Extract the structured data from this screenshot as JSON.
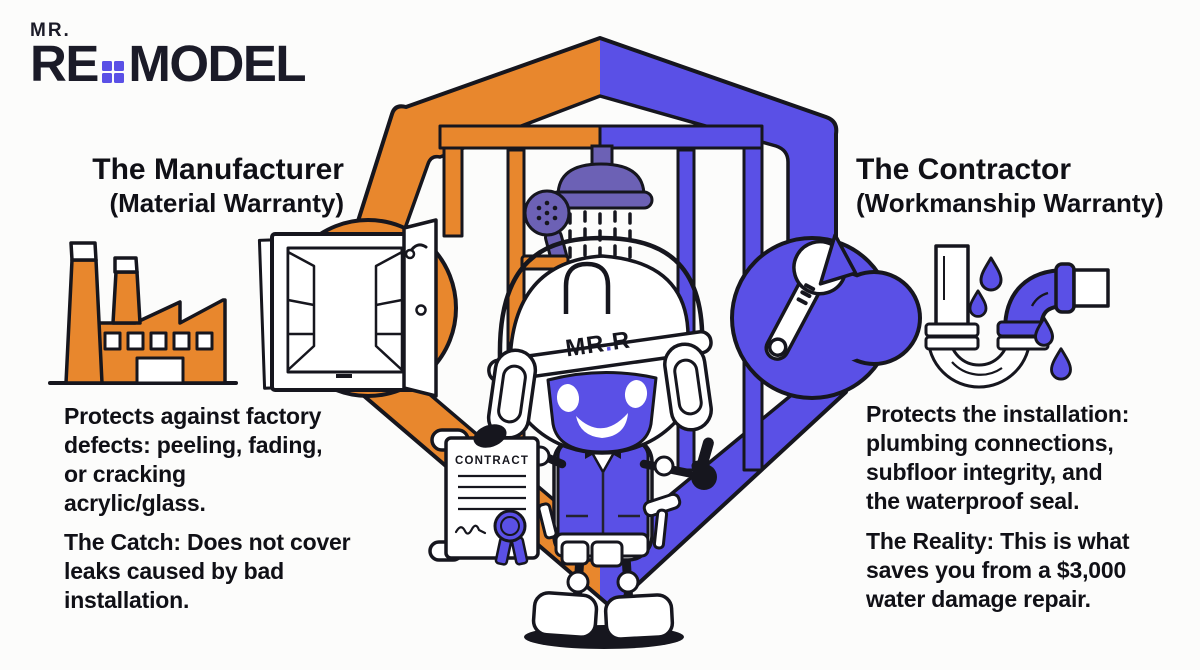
{
  "logo": {
    "top": "MR.",
    "part1": "RE",
    "part2": "MODEL"
  },
  "left_panel": {
    "title": "The Manufacturer",
    "subtitle": "(Material Warranty)",
    "body_lines": [
      "Protects against factory",
      "defects: peeling, fading,",
      "or cracking",
      "acrylic/glass."
    ],
    "catch_lines": [
      "The Catch: Does not cover",
      "leaks caused by bad",
      "installation."
    ]
  },
  "right_panel": {
    "title": "The Contractor",
    "subtitle": "(Workmanship Warranty)",
    "body_lines": [
      "Protects the installation:",
      "plumbing connections,",
      "subfloor integrity, and",
      "the waterproof seal."
    ],
    "reality_lines": [
      "The Reality: This is what",
      "saves you from a $3,000",
      "water damage repair."
    ]
  },
  "mascot": {
    "helmet_mr": "MR",
    "helmet_dot": ".",
    "helmet_r": "R"
  },
  "contract": {
    "label": "CONTRACT"
  },
  "icons": {
    "left_panel": "factory-icon",
    "right_panel": "leaking-pipe-icon",
    "shield_left": "shower-surround-window-icon",
    "shield_right": "wrench-icon",
    "inside_shield": "shower-head-icon",
    "center": "robot-contractor-mascot",
    "document": "contract-scroll-icon"
  },
  "colors": {
    "manufacturer_orange": "#E8872D",
    "contractor_blue": "#5A50E6",
    "fixture_purple": "#6C61B5",
    "outline_ink": "#16161E",
    "background": "#FCFCFB"
  }
}
